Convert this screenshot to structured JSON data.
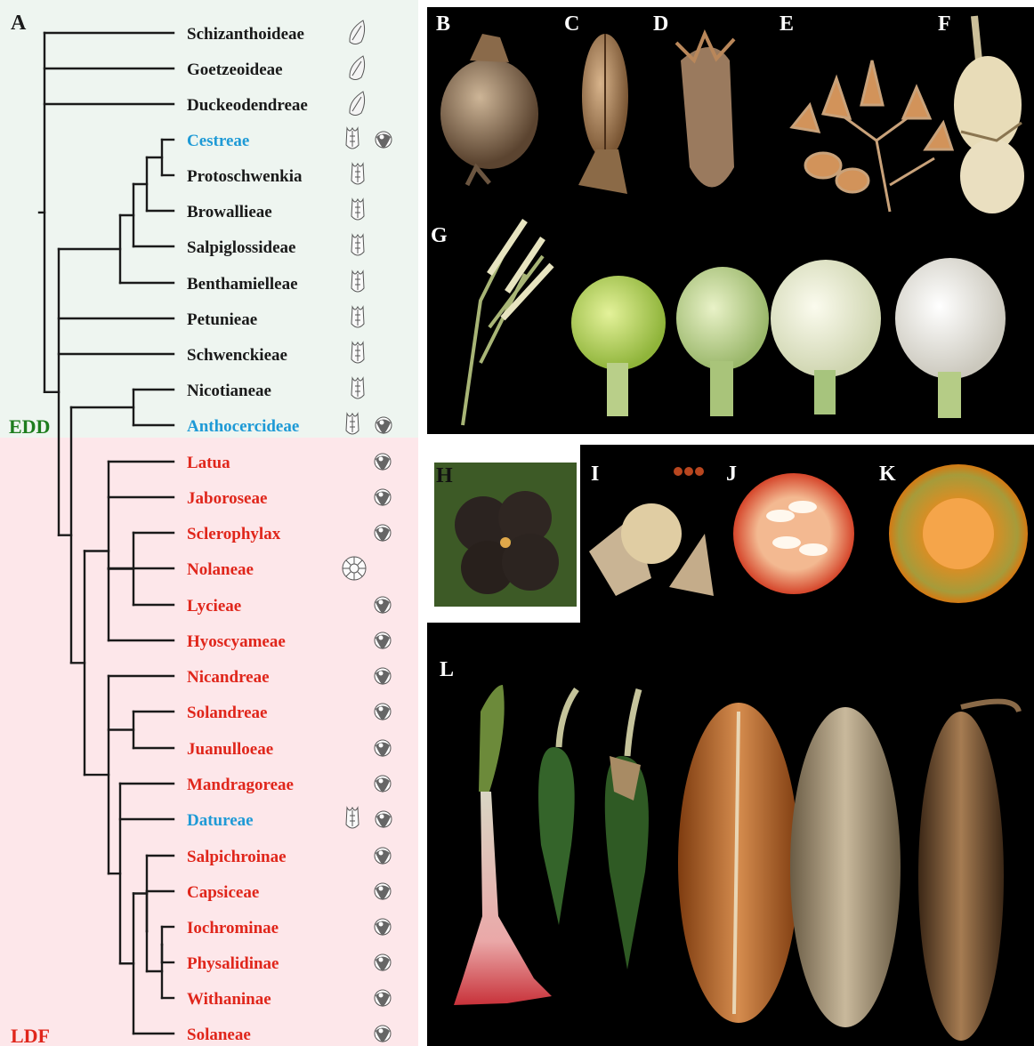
{
  "panel_a": {
    "label": "A",
    "groups": [
      {
        "label": "EDD",
        "color": "#1e7d1e",
        "bg": "#eef5f0"
      },
      {
        "label": "LDF",
        "color": "#e0261b",
        "bg": "#fde7ea"
      }
    ],
    "taxa": [
      {
        "name": "Schizanthoideae",
        "color": "#1a1a1a",
        "icons": [
          "seed-icon"
        ]
      },
      {
        "name": "Goetzeoideae",
        "color": "#1a1a1a",
        "icons": [
          "seed-icon"
        ]
      },
      {
        "name": "Duckeodendreae",
        "color": "#1a1a1a",
        "icons": [
          "seed-icon"
        ]
      },
      {
        "name": "Cestreae",
        "color": "#1e9ad6",
        "icons": [
          "capsule-icon",
          "berry-icon"
        ]
      },
      {
        "name": "Protoschwenkia",
        "color": "#1a1a1a",
        "icons": [
          "capsule-icon"
        ]
      },
      {
        "name": "Browallieae",
        "color": "#1a1a1a",
        "icons": [
          "capsule-icon"
        ]
      },
      {
        "name": "Salpiglossideae",
        "color": "#1a1a1a",
        "icons": [
          "capsule-icon"
        ]
      },
      {
        "name": "Benthamielleae",
        "color": "#1a1a1a",
        "icons": [
          "capsule-icon"
        ]
      },
      {
        "name": "Petunieae",
        "color": "#1a1a1a",
        "icons": [
          "capsule-icon"
        ]
      },
      {
        "name": "Schwenckieae",
        "color": "#1a1a1a",
        "icons": [
          "capsule-icon"
        ]
      },
      {
        "name": "Nicotianeae",
        "color": "#1a1a1a",
        "icons": [
          "capsule-icon"
        ]
      },
      {
        "name": "Anthocercideae",
        "color": "#1e9ad6",
        "icons": [
          "capsule-icon",
          "berry-icon"
        ]
      },
      {
        "name": "Latua",
        "color": "#e0261b",
        "icons": [
          "berry-icon"
        ]
      },
      {
        "name": "Jaboroseae",
        "color": "#e0261b",
        "icons": [
          "berry-icon"
        ]
      },
      {
        "name": "Sclerophylax",
        "color": "#e0261b",
        "icons": [
          "berry-icon"
        ]
      },
      {
        "name": "Nolaneae",
        "color": "#e0261b",
        "icons": [
          "mericarp-icon"
        ]
      },
      {
        "name": "Lycieae",
        "color": "#e0261b",
        "icons": [
          "berry-icon"
        ]
      },
      {
        "name": "Hyoscyameae",
        "color": "#e0261b",
        "icons": [
          "berry-icon"
        ]
      },
      {
        "name": "Nicandreae",
        "color": "#e0261b",
        "icons": [
          "berry-icon"
        ]
      },
      {
        "name": "Solandreae",
        "color": "#e0261b",
        "icons": [
          "berry-icon"
        ]
      },
      {
        "name": "Juanulloeae",
        "color": "#e0261b",
        "icons": [
          "berry-icon"
        ]
      },
      {
        "name": "Mandragoreae",
        "color": "#e0261b",
        "icons": [
          "berry-icon"
        ]
      },
      {
        "name": "Datureae",
        "color": "#1e9ad6",
        "icons": [
          "capsule-icon",
          "berry-icon"
        ]
      },
      {
        "name": "Salpichroinae",
        "color": "#e0261b",
        "icons": [
          "berry-icon"
        ]
      },
      {
        "name": "Capsiceae",
        "color": "#e0261b",
        "icons": [
          "berry-icon"
        ]
      },
      {
        "name": "Iochrominae",
        "color": "#e0261b",
        "icons": [
          "berry-icon"
        ]
      },
      {
        "name": "Physalidinae",
        "color": "#e0261b",
        "icons": [
          "berry-icon"
        ]
      },
      {
        "name": "Withaninae",
        "color": "#e0261b",
        "icons": [
          "berry-icon"
        ]
      },
      {
        "name": "Solaneae",
        "color": "#e0261b",
        "icons": [
          "berry-icon"
        ]
      }
    ]
  },
  "photo_panels": {
    "B": "B",
    "C": "C",
    "D": "D",
    "E": "E",
    "F": "F",
    "G": "G",
    "H": "H",
    "I": "I",
    "J": "J",
    "K": "K",
    "L": "L"
  }
}
